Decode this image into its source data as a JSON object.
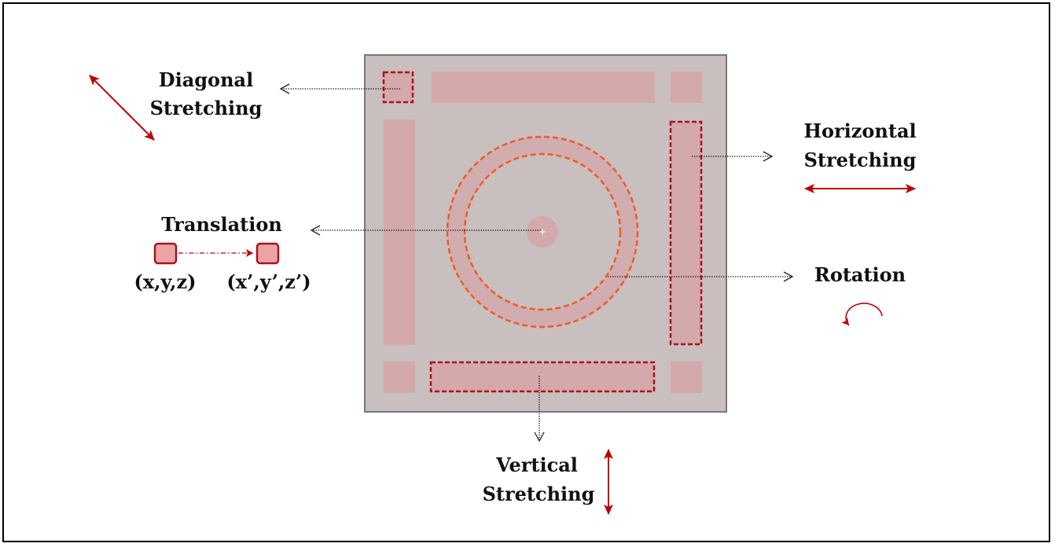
{
  "labels": {
    "diagonal_1": "Diagonal",
    "diagonal_2": "Stretching",
    "horizontal_1": "Horizontal",
    "horizontal_2": "Stretching",
    "translation": "Translation",
    "coord_from": "(x,y,z)",
    "coord_to": "(x’,y’,z’)",
    "rotation": "Rotation",
    "vertical_1": "Vertical",
    "vertical_2": "Stretching"
  },
  "colors": {
    "panel_fill": "#c9bfbf",
    "panel_border": "#777777",
    "block_fill": "#d3a9ab",
    "dashed_red": "#b01116",
    "circle_orange": "#ef5a24",
    "arrow_red": "#c00000",
    "leader_line": "#222222"
  }
}
